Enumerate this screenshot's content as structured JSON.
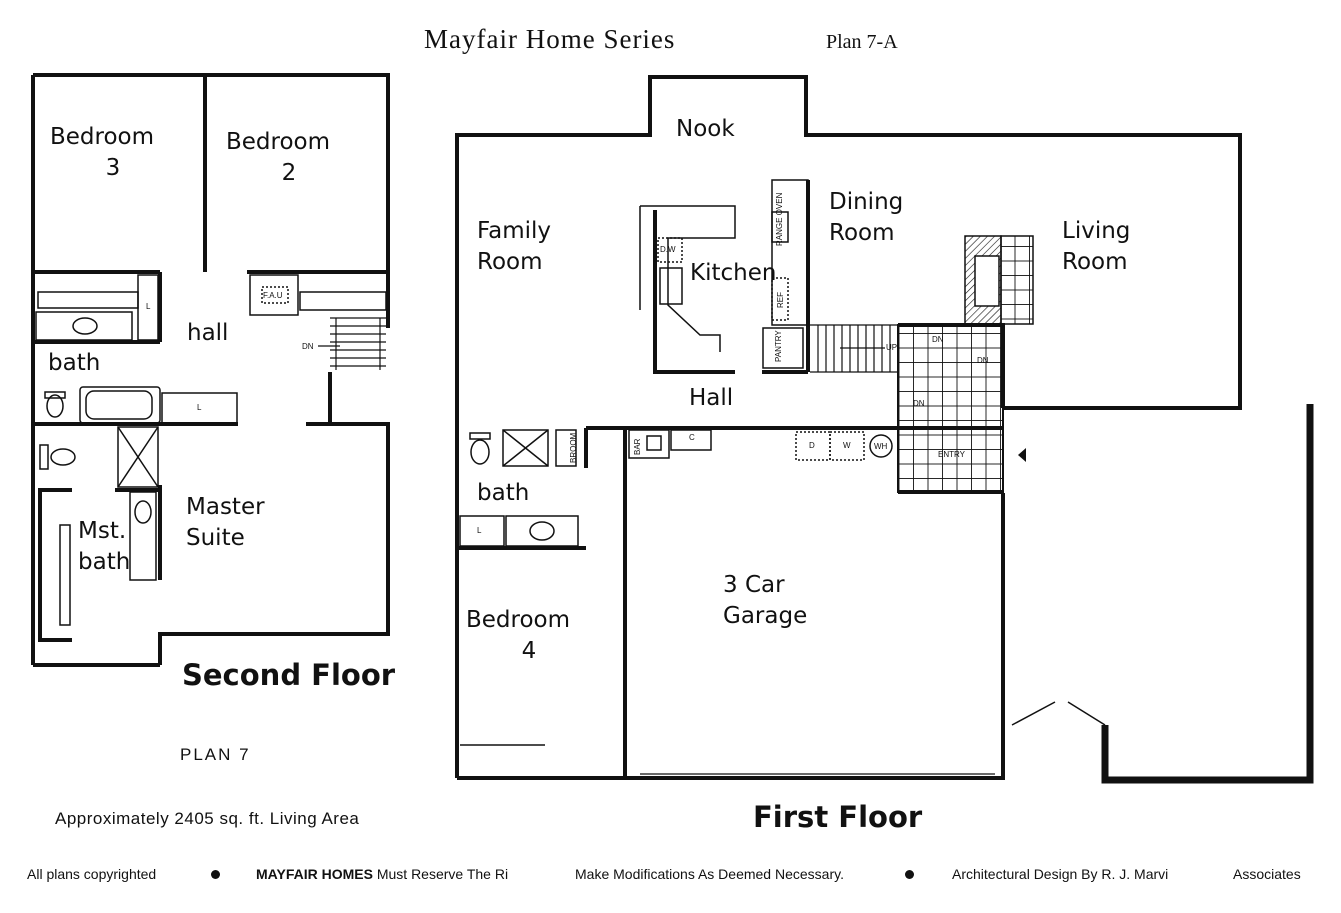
{
  "header": {
    "series_title": "Mayfair Home Series",
    "plan_code": "Plan 7-A"
  },
  "second_floor": {
    "title": "Second Floor",
    "rooms": {
      "bedroom3": "Bedroom\n   3",
      "bedroom2": "Bedroom\n   2",
      "hall": "hall",
      "bath": "bath",
      "master_suite": "Master\nSuite",
      "master_bath": "Mst.\nbath"
    },
    "fixtures": {
      "fau": "F.A.U",
      "linen1": "L",
      "linen2": "L",
      "stair_dn": "DN"
    }
  },
  "first_floor": {
    "title": "First Floor",
    "rooms": {
      "nook": "Nook",
      "family_room": "Family\nRoom",
      "kitchen": "Kitchen",
      "dining_room": "Dining\nRoom",
      "living_room": "Living\nRoom",
      "hall": "Hall",
      "bath": "bath",
      "bedroom4": "Bedroom\n   4",
      "garage": "3 Car\nGarage"
    },
    "fixtures": {
      "dw": "D.W",
      "range_oven": "RANGE OVEN",
      "ref": "REF",
      "pantry": "PANTRY",
      "up": "UP",
      "dn1": "DN",
      "dn2": "DN",
      "dn3": "DN",
      "entry": "ENTRY",
      "broom": "BROOM",
      "bar": "BAR",
      "closet_c": "C",
      "washer_d": "D",
      "washer_w": "W",
      "water_heater": "WH",
      "linen": "L"
    }
  },
  "plan_label": "PLAN  7",
  "living_area": "Approximately 2405 sq. ft. Living Area",
  "footer": {
    "copyright": "All plans copyrighted",
    "reserve_brand": "MAYFAIR HOMES",
    "reserve_text": "Must Reserve The Ri",
    "modifications": "Make Modifications As Deemed Necessary.",
    "design": "Architectural Design By R. J. Marvi",
    "associates": "Associates"
  }
}
